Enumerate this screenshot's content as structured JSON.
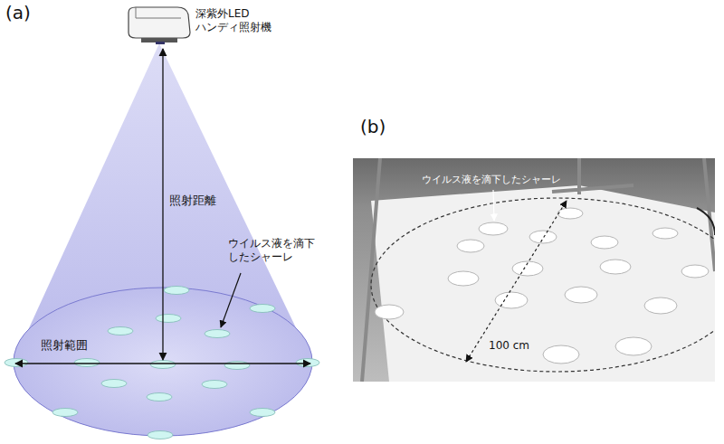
{
  "diagram": {
    "labels": [
      "(a)",
      "深紫外LED ハンディ照射機",
      "照射距離",
      "ウイルス液を滴下 したシャーレ",
      "照射範囲",
      "(b)",
      "ウイルス液を滴下したシャーレ",
      "100 cm"
    ]
  }
}
